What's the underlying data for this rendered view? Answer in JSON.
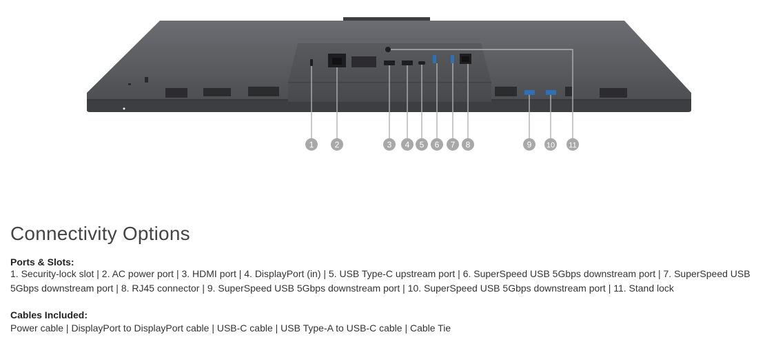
{
  "diagram": {
    "callouts": [
      "1",
      "2",
      "3",
      "4",
      "5",
      "6",
      "7",
      "8",
      "9",
      "10",
      "11"
    ],
    "colors": {
      "body": "#525357",
      "body_light": "#6a6b70",
      "edge": "#3a3b3e",
      "callout": "#a8a8a8",
      "callout_text": "#ffffff",
      "leader": "#b0b0b0"
    }
  },
  "connectivity": {
    "title": "Connectivity Options",
    "ports_label": "Ports & Slots:",
    "ports_text": "1. Security-lock slot | 2. AC power port | 3. HDMI port | 4. DisplayPort (in) | 5. USB Type-C upstream port | 6. SuperSpeed USB 5Gbps downstream port | 7. SuperSpeed USB 5Gbps downstream port | 8. RJ45 connector | 9. SuperSpeed USB 5Gbps downstream port | 10. SuperSpeed USB 5Gbps downstream port | 11. Stand lock",
    "cables_label": "Cables Included:",
    "cables_text": "Power cable | DisplayPort to DisplayPort cable | USB-C cable | USB Type-A to USB-C cable | Cable Tie"
  }
}
